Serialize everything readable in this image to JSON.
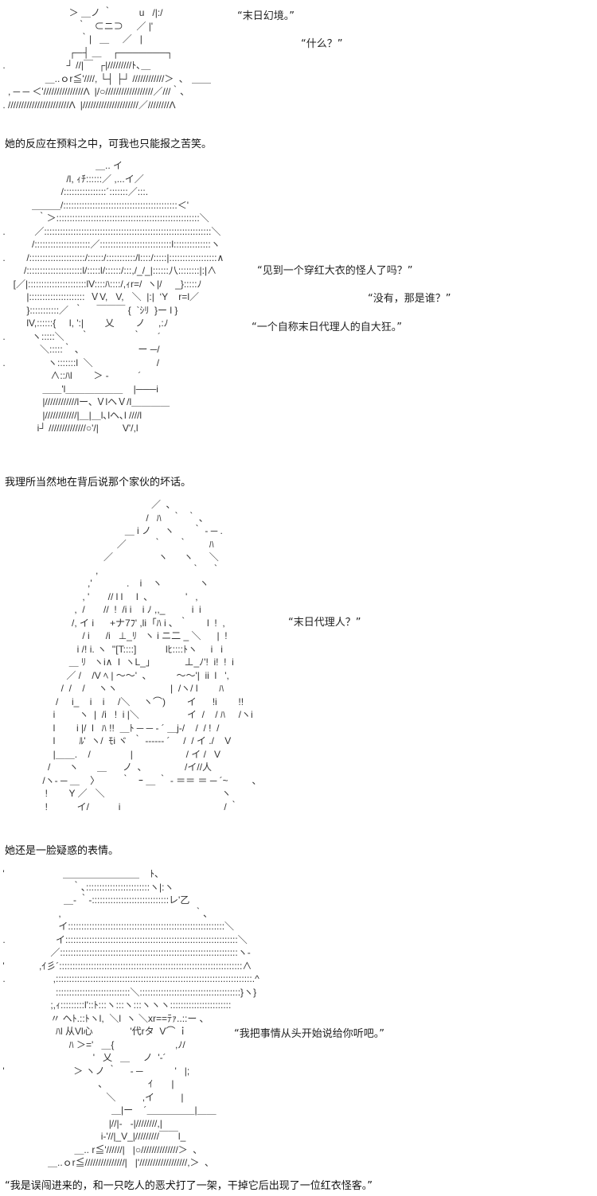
{
  "panels": [
    {
      "art": [
        "                          ＞ ＿ノ ｀          u   /|:/",
        "                             ｀   ⊂ニ⊃     ／ |'",
        "                              ｀|   ＿     ／   |",
        "                          ┌─┤ ＿    ┌───────┐",
        " .                       ┘ //|￣  ┌|/////////ﾄ､＿",
        "                 ＿..ｏr≦'////, └┤ ├┘ ////////////＞  ､   ＿＿",
        "   , ─ ─ ＜'///////////////Λ  |/○//////////////////／///｀､",
        " . ///////////////////////Λ  |/////////////////////／////////Λ"
      ],
      "dialogue": [
        "“末日幻境。”",
        "“什么？”"
      ],
      "narration": "她的反应在预料之中，可我也只能报之苦笑。"
    },
    {
      "art": [
        "                                    ＿.. イ",
        "                         /l, ｨﾁ::::::／ ,...イ／",
        "                       /::::::::::::::::´:::::::／:::.",
        "            ＿＿＿/:::::::::::::::::::::::::::::::::::::::::::＜'",
        "              ｀＞::::::::::::::::::::::::::::::::::::::::::::::::::::::＼",
        " .           ／:::::::::::::::::::::::::::::::::::::::::::::::::::::::::::::::＼",
        "            /:::::::::::::::::::::／:::::::::::::::::::::::::::l::::::::::::::ヽ",
        " .        /:::::::::::::::::::::/::::::/:::::::::::/l::::/:::::|::::::::::::::::::∧",
        "         /:::::::::::::::::::::l/:::::l/::::::/:::,/_/_|::::::八::::::::|:|∧",
        "     [／|::::::::::::::::::::::lV::::ﾊ::::/,ｨr=/  ヽ|/     _}:::::ﾉ",
        "          |:::::::::::::::::::::  ＶV,   V,   ＼  |:|  ‘Y    r=l／",
        "          }:::::::::::／  ｀     ￣￣￣ {  `ｼﾘ  }ー l }",
        "          lV,::::::{     l, ':|        乂        ノ     ,:ﾉ",
        " .          ヽ:::::＼      ｀                ｀      ´",
        "               ＼:::::｀ ､                      ー ─/",
        " .                ヽ:::::::l  ＼                        /",
        "                   ∧::ﾊl        ＞ -           ´",
        "                ＿＿'l＿＿＿＿＿＿    |───i",
        "                |////////////lー､ ＶlヘＶ/l＿＿＿＿",
        "                |////////////|＿|＿l､lヘ､l ////l",
        "              i┘ //////////////○'/|         V'/,l"
      ],
      "dialogue": [
        "“见到一个穿红大衣的怪人了吗？”",
        "“没有，那是谁？”",
        "“一个自称末日代理人的自大狂。”"
      ],
      "narration": "我理所当然地在背后说那个家伙的坏话。"
    },
    {
      "art": [
        "                                                         ／  ､",
        "                                                       /   ﾊ    ｀  ｀ ､",
        "                                               ＿ i ノ     ヽ       ｀ ‐ ─ .",
        "                                            ／          ｀      ｀        ﾊ",
        "                                       ／                 ヽ      ヽ      ＼",
        "                                    ,                                   ｀    ｀",
        "                                 ,'             .    i    ヽ              ヽ",
        "                               , '       // l l     l  ､              '   ,",
        "                            ,  /       //  !  /i i    i ﾉ ,,_          i  i",
        "                           /, イ i      +ナ7ﾌ' ,li  ｢ﾊ i ､  ｀       l  !  ,",
        "                               / i      /i   ⊥_ﾘ   ヽ i ニ二 _ ＼      |  !",
        "                             i /! i. ヽ  ''[T::::]           lﾋ::::ﾄヽ     i   i",
        "                          ＿ ﾘ   ヽi∧  l  ヽL_」           ⊥_ﾉ'!  i!  !  i",
        "                         ／ /    /V ﾍ | 〜〜'  ､           〜〜'|  ii  l   ',",
        "                       /  /    /     ヽヽ                    |  /ヽ/ l        ﾊ",
        "                     /     i_    i    i     /＼     ヽ⌒)        イ      !i        !!",
        "                    i         ヽ  |  /i   !  i |＼                  イ  /    / ﾊ     /ヽi",
        "                    l        i |/  l   ﾊ !!  ＿ﾄ ─ ─ ‐ ´ ＿j-/    /  / !  /",
        "                    l         ﾙ'  ヽ/  ﾓi ヾ  ｀ ------ ´     /  / イ ./    V",
        "                    |＿＿.    /               |                    / イ /   V",
        "                  /       ヽ       ＿      ノ  ､                /イ//人",
        "                /ヽ- ─ ＿    〉        ｀   ｰ ＿ ｀ ‐ ＝＝ ＝ ─ ´~         ､",
        "                 !        Y ／   ＼                                            ヽ",
        "                 !           イ/           i                                       / ｀"
      ],
      "dialogue": [
        "“末日代理人？”"
      ],
      "narration": "她还是一脸疑惑的表情。"
    },
    {
      "art": [
        " '                      ＿＿＿＿＿＿＿＿    ﾄ､",
        "                           ｀､::::::::::::::::::::::::ヽ|:ヽ",
        "                        ＿- ｀-:::::::::::::::::::::::::::::レ'乙",
        "                      ,                                                  ｀､",
        "                      イ:::::::::::::::::::::::::::::::::::::::::::::::::::::::::::＼",
        " .                   イ:::::::::::::::::::::::::::::::::::::::::::::::::::::::::::::::::＼",
        "                   ／:::::::::::::::::::::::::::::::::::::::::::::::::::::::::::::::::::ヽ‐",
        " '             ,ｲ彡´:::::::::::::::::::::::::::::::::::::::::::::::::::::::::::::::::::::∧",
        " .                  ,::::::::::::::::::::::::::::::::::::::::::::::::::::::::::::::::::::::::::.^",
        "                     ::::::::::::::::::::::::::::＼::::::::::::::::::::::::::::::::::::::}ヽ}",
        "                   ;,ｨ:::::::::l'::ﾄ:::ヽ:::ヽ:::ヽヽヽ:::::::::::::::::::::::",
        "                   〃 ヘﾄ.::ﾄヽl,  ＼l  ヽ ＼xr==ﾃｧ..::ー ､",
        "                     ﾊl 从Vl心              '代rタ  V⌒ ｉ",
        "                          ﾊ ＞='   ＿{                       ,ﾉ/",
        "                                   '   乂   ＿     ノ  '-´",
        " '                          ＞ ヽノ ｀     ‐ ─            '   |;",
        "                                     ､                 ｲ       |",
        "                                        ＼          ,イ          |",
        "                                          ＿|ー    ´＿＿＿＿＿|＿＿",
        "                                         |//|-   ‐|////////,|",
        "                                      i‐'//|_V_|/////////￣￣l_",
        "                            ＿.. r≦'//////|   |○//////////////＞  ､",
        "                  ＿..ｏr≦///////////////|   |'//////////////////,＞  ､"
      ],
      "dialogue": [
        "“我把事情从头开始说给你听吧。”"
      ],
      "narration": "“我是误闯进来的，和一只吃人的恶犬打了一架，干掉它后出现了一位红衣怪客。”"
    }
  ]
}
